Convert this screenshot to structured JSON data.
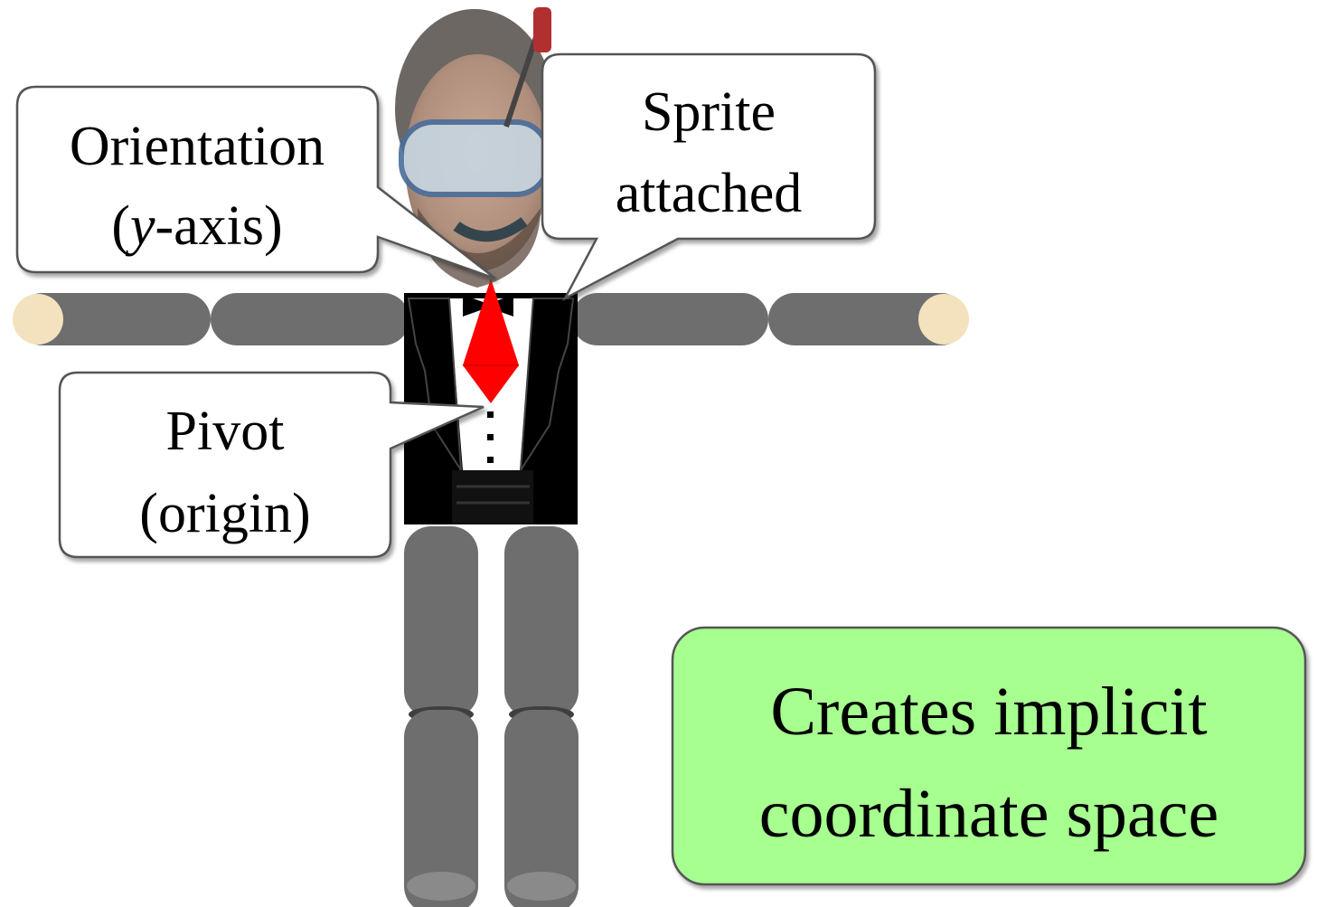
{
  "callouts": {
    "orientation": {
      "line1": "Orientation",
      "line2_italic": "y",
      "line2_rest": "-axis)",
      "line2_open": "("
    },
    "sprite": {
      "line1": "Sprite",
      "line2": "attached"
    },
    "pivot": {
      "line1": "Pivot",
      "line2": "(origin)"
    },
    "note": {
      "line1": "Creates implicit",
      "line2": "coordinate space"
    }
  },
  "colors": {
    "limb": "#6e6e6e",
    "limb_joint": "#4a4a4a",
    "hand": "#f3e2bd",
    "suit": "#000000",
    "shirt": "#ffffff",
    "tie": "#ff0000",
    "note_fill": "#a6ff8f",
    "callout_fill": "#ffffff",
    "outline": "#555555"
  }
}
